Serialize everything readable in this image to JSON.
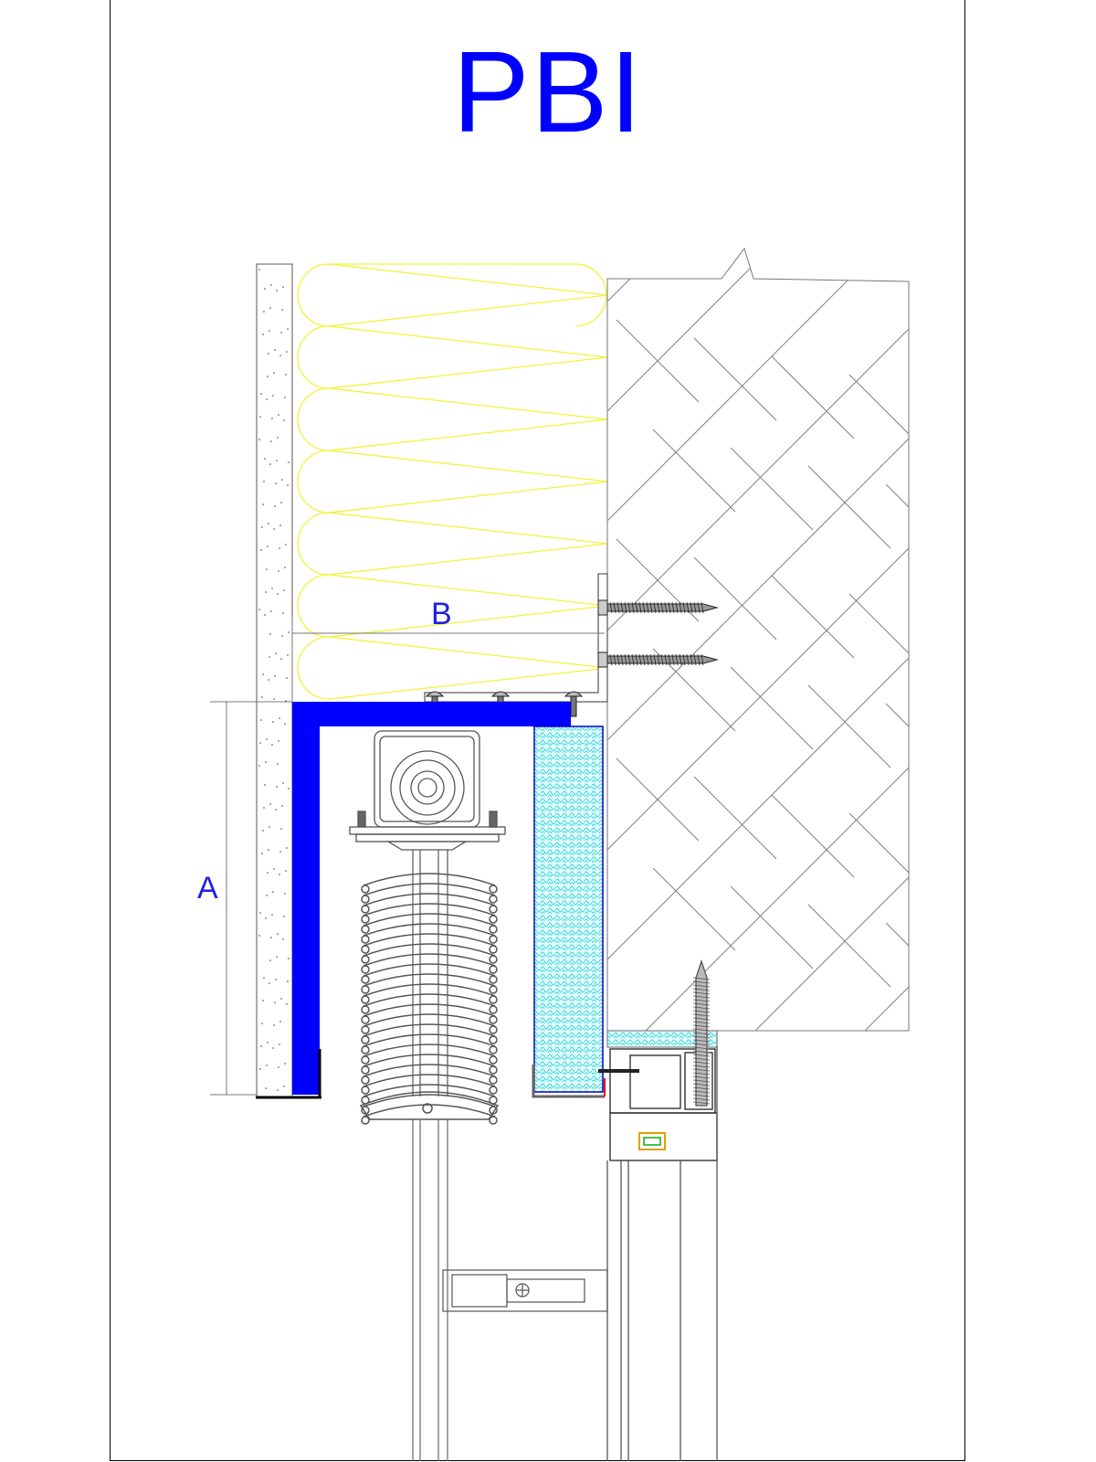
{
  "title": "PBI",
  "dimensions": {
    "a_label": "A",
    "b_label": "B"
  },
  "colors": {
    "title": "#0000ff",
    "blue_profile": "#0000ff",
    "insulation": "#f2f23a",
    "cyan_insulation": "#40e0e8",
    "lines": "#6e6e6e",
    "masonry_hatch": "#808080"
  }
}
